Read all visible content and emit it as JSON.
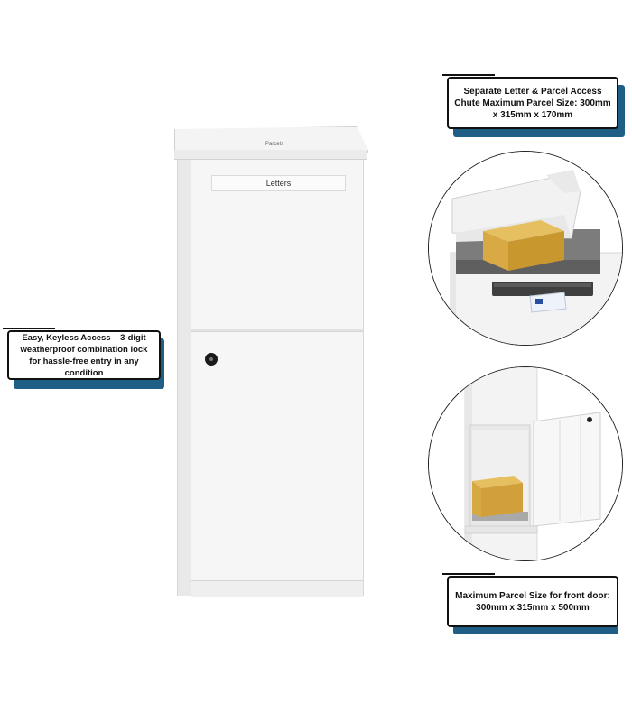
{
  "callouts": {
    "top_right": {
      "text": "Separate Letter & Parcel Access Chute Maximum Parcel Size: 300mm x 315mm x 170mm"
    },
    "left": {
      "text": "Easy, Keyless Access – 3-digit weatherproof combination lock for hassle-free entry in any condition"
    },
    "bottom_right": {
      "text": "Maximum Parcel Size for front door: 300mm x 315mm x 500mm"
    }
  },
  "mailbox": {
    "slot_label": "Letters",
    "lid_label": "Parcels"
  },
  "colors": {
    "accent": "#1f5f86",
    "parcel": "#d9a945",
    "mailbox": "#f6f6f6"
  }
}
